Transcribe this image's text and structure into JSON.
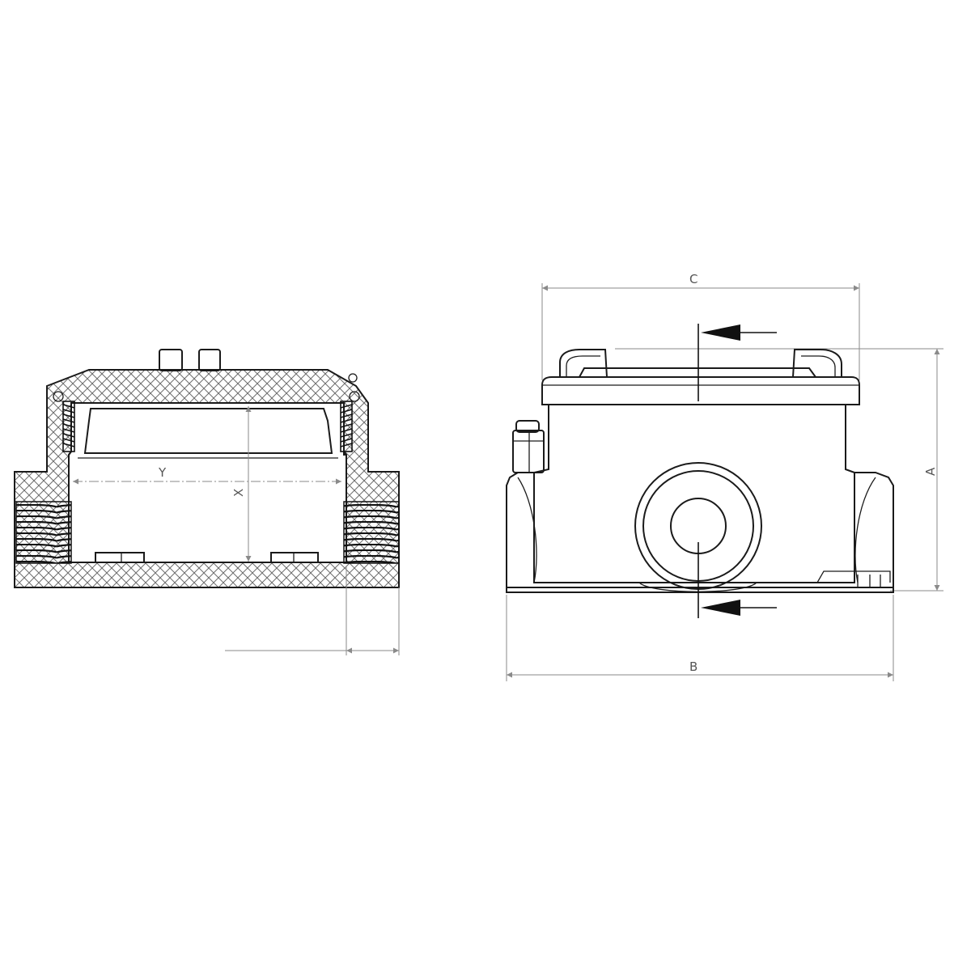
{
  "colors": {
    "line": "#1a1a1a",
    "dimension": "#8a8a8a",
    "hatch": "#6e6e6e",
    "background": "#ffffff"
  },
  "labels": {
    "dim_y": "Y",
    "dim_x": "X",
    "dim_c": "C",
    "dim_a": "A",
    "dim_b": "B"
  }
}
